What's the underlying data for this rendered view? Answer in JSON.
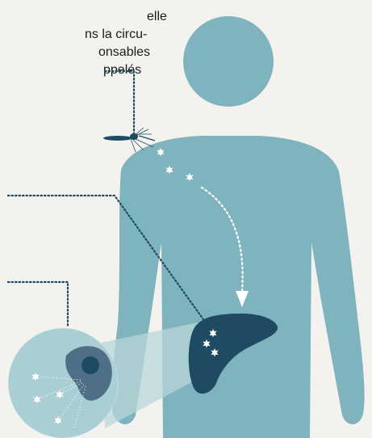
{
  "caption": {
    "lines": [
      "elle",
      "ns la circu-",
      "onsables",
      "ppelés"
    ]
  },
  "colors": {
    "background": "#f4f2ef",
    "body": "#7fb3bd",
    "liver": "#1f4a63",
    "cell_circle": "#a9cfd4",
    "cell_core": "#1f4a63",
    "cell_shell": "#4f6f86",
    "parasite": "#ffffff",
    "leader": "#1f4a63"
  },
  "icons": {
    "mosquito": "mosquito-icon",
    "parasite": "parasite-star-icon"
  }
}
